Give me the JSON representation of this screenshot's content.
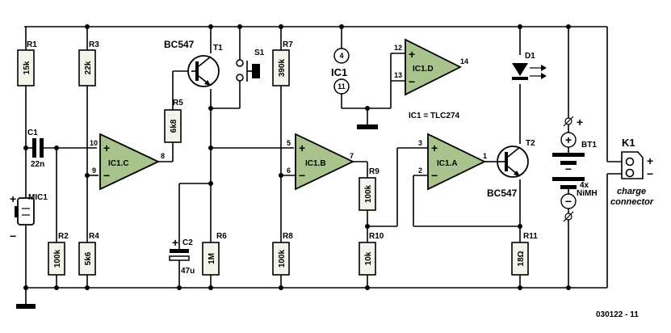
{
  "components": {
    "r1": {
      "ref": "R1",
      "value": "15k"
    },
    "r2": {
      "ref": "R2",
      "value": "100k"
    },
    "r3": {
      "ref": "R3",
      "value": "22k"
    },
    "r4": {
      "ref": "R4",
      "value": "5k6"
    },
    "r5": {
      "ref": "R5",
      "value": "6k8"
    },
    "r6": {
      "ref": "R6",
      "value": "1M"
    },
    "r7": {
      "ref": "R7",
      "value": "390k"
    },
    "r8": {
      "ref": "R8",
      "value": "100k"
    },
    "r9": {
      "ref": "R9",
      "value": "100k"
    },
    "r10": {
      "ref": "R10",
      "value": "10k"
    },
    "r11": {
      "ref": "R11",
      "value": "18Ω"
    },
    "c1": {
      "ref": "C1",
      "value": "22n"
    },
    "c2": {
      "ref": "C2",
      "value": "47u"
    },
    "t1": {
      "ref": "T1",
      "type": "BC547"
    },
    "t2": {
      "ref": "T2",
      "type": "BC547"
    },
    "s1": {
      "ref": "S1"
    },
    "d1": {
      "ref": "D1"
    },
    "mic1": {
      "ref": "MIC1"
    },
    "bt1": {
      "ref": "BT1",
      "note_line1": "4x",
      "note_line2": "NiMH"
    },
    "k1": {
      "ref": "K1",
      "note_line1": "charge",
      "note_line2": "connector"
    }
  },
  "ic": {
    "ic1_label": "IC1",
    "ic1_note": "IC1 = TLC274",
    "ic1_pin4": "4",
    "ic1_pin11": "11",
    "ic1a": {
      "name": "IC1.A",
      "pin_plus": "3",
      "pin_minus": "2",
      "pin_out": "1"
    },
    "ic1b": {
      "name": "IC1.B",
      "pin_plus": "5",
      "pin_minus": "6",
      "pin_out": "7"
    },
    "ic1c": {
      "name": "IC1.C",
      "pin_plus": "10",
      "pin_minus": "9",
      "pin_out": "8"
    },
    "ic1d": {
      "name": "IC1.D",
      "pin_plus": "12",
      "pin_minus": "13",
      "pin_out": "14"
    }
  },
  "symbols": {
    "plus": "+",
    "minus": "−"
  },
  "drawing_number": "030122 - 11"
}
